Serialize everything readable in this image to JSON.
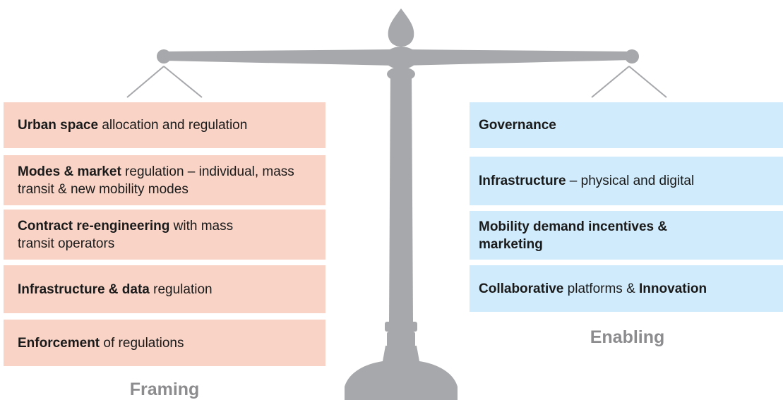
{
  "framing": {
    "caption": "Framing",
    "items": [
      {
        "bold": "Urban space",
        "rest": " allocation and regulation"
      },
      {
        "bold": "Modes & market",
        "rest": " regulation – individual, mass transit & new mobility modes"
      },
      {
        "bold": "Contract re-engineering",
        "rest": " with mass transit operators"
      },
      {
        "bold": "Infrastructure & data",
        "rest": " regulation"
      },
      {
        "bold": "Enforcement",
        "rest": " of regulations"
      }
    ]
  },
  "enabling": {
    "caption": "Enabling",
    "items": [
      {
        "bold": "Governance",
        "rest": ""
      },
      {
        "bold": "Infrastructure",
        "rest": " – physical and digital"
      },
      {
        "bold": "Mobility demand incentives & marketing",
        "rest": ""
      },
      {
        "bold": "Collaborative",
        "rest": " platforms & ",
        "bold2": "Innovation"
      }
    ]
  },
  "colors": {
    "framing_box": "#f8d3c6",
    "enabling_box": "#d0ebfb",
    "scale": "#a7a8ab",
    "caption": "#8c8c8f"
  }
}
